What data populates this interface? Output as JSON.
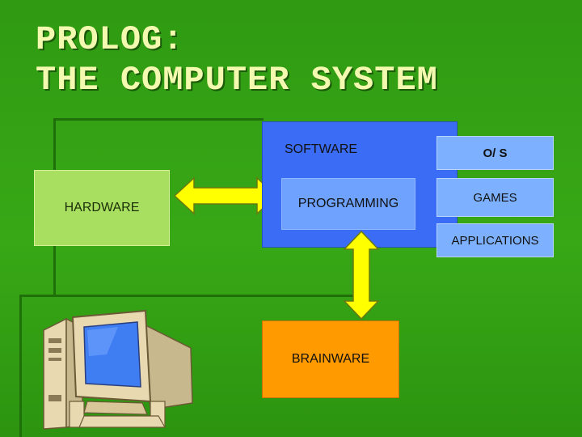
{
  "title": {
    "line1": "PROLOG:",
    "line2": "THE COMPUTER SYSTEM"
  },
  "diagram": {
    "hardware": "HARDWARE",
    "software": "SOFTWARE",
    "programming": "PROGRAMMING",
    "os": "O/ S",
    "games": "GAMES",
    "applications": "APPLICATIONS",
    "brainware": "BRAINWARE"
  },
  "colors": {
    "background": "#38a816",
    "hardware_box": "#a8df60",
    "software_box": "#3a6cf5",
    "sub_box": "#7db1ff",
    "brainware_box": "#ff9a00",
    "arrow": "#ffff00"
  }
}
